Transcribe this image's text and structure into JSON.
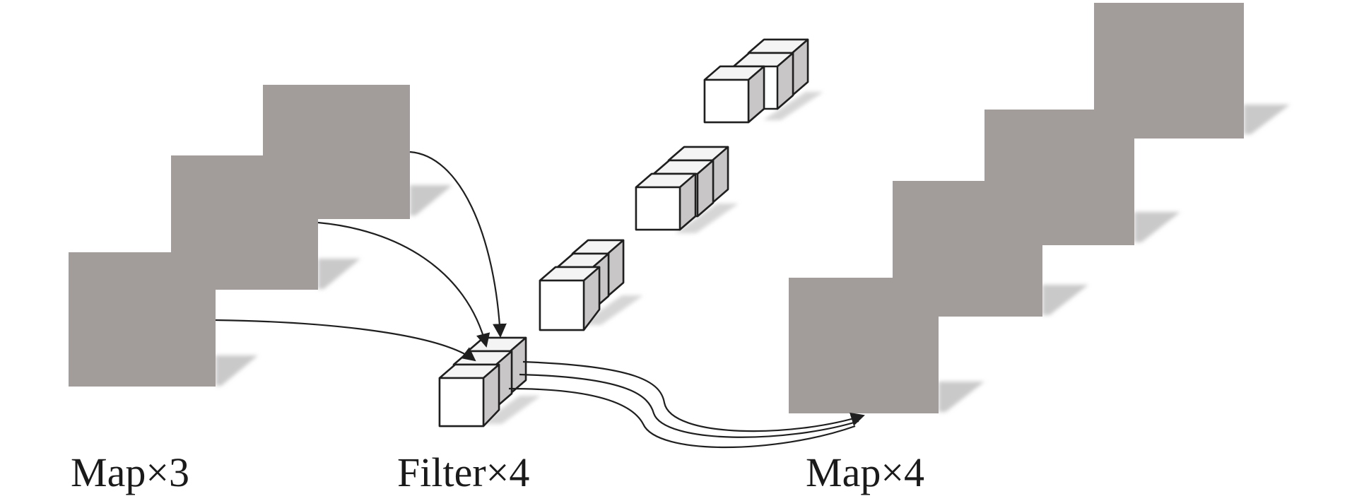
{
  "labels": {
    "input_maps": "Map×3",
    "filters": "Filter×4",
    "output_maps": "Map×4"
  },
  "colors": {
    "map_fill": "#a29c9a",
    "shadow": "#c9c9c9",
    "cube_top": "#f4f4f4",
    "cube_side": "#c8c6c6",
    "stroke": "#1f1f1f"
  }
}
